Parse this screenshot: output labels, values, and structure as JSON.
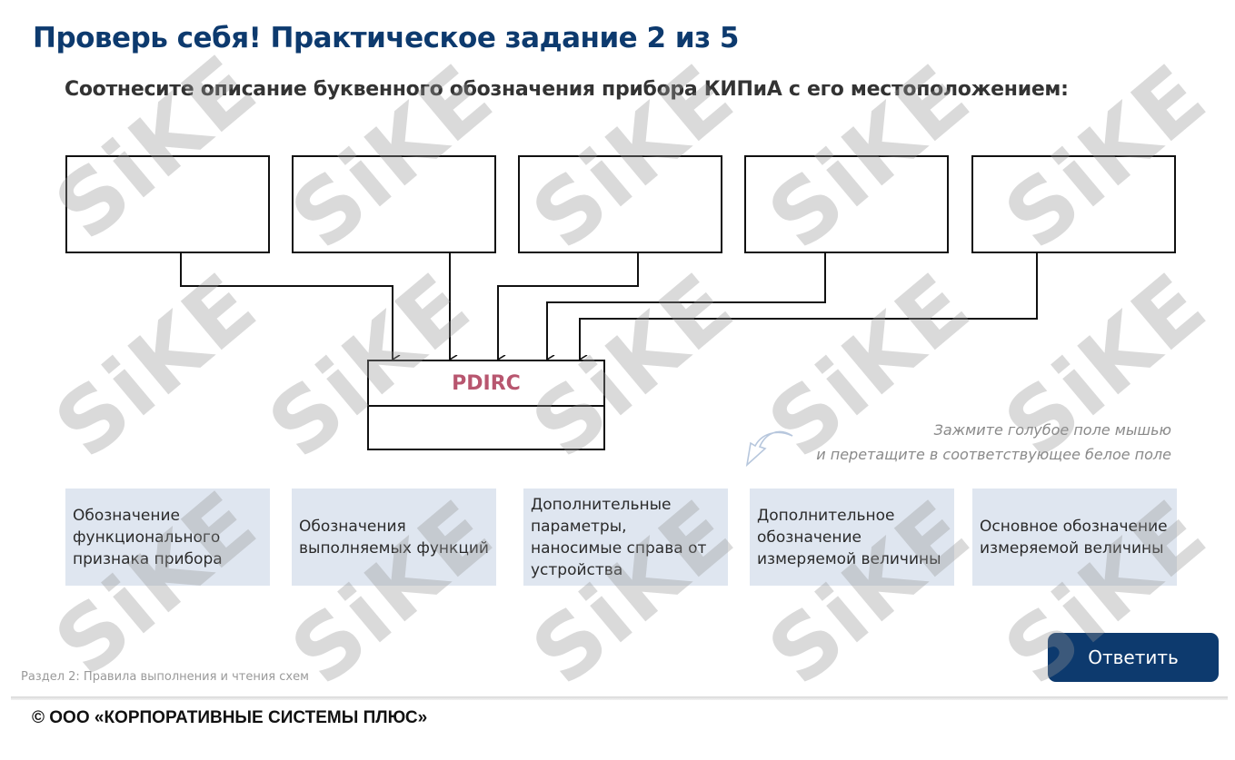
{
  "header": {
    "title": "Проверь себя! Практическое задание 2 из 5",
    "instruction": "Соотнесите описание буквенного обозначения прибора КИПиА с его местоположением:"
  },
  "diagram": {
    "device_code": "PDIRC",
    "device_code_color": "#b8566f",
    "drop_slots": [
      {
        "id": 1,
        "value": ""
      },
      {
        "id": 2,
        "value": ""
      },
      {
        "id": 3,
        "value": ""
      },
      {
        "id": 4,
        "value": ""
      },
      {
        "id": 5,
        "value": ""
      }
    ]
  },
  "hint": {
    "line1": "Зажмите голубое поле мышью",
    "line2": "и перетащите в соответствующее белое поле",
    "icon": "curved-arrow-down-left-icon"
  },
  "cards": [
    {
      "label": "Обозначение функционального признака прибора"
    },
    {
      "label": "Обозначения выполняемых функций"
    },
    {
      "label": "Дополнительные параметры, наносимые справа от устройства"
    },
    {
      "label": "Дополнительное обозначение измеряемой величины"
    },
    {
      "label": "Основное обозначение измеряемой величины"
    }
  ],
  "footer": {
    "section": "Раздел 2: Правила выполнения и чтения схем",
    "answer_button": "Ответить",
    "copyright": "© ООО «КОРПОРАТИВНЫЕ СИСТЕМЫ ПЛЮС»"
  },
  "watermark": "SiKE",
  "colors": {
    "primary": "#0d3a6e",
    "card_bg": "#dfe6f0",
    "hint_text": "#8a8a8a"
  }
}
